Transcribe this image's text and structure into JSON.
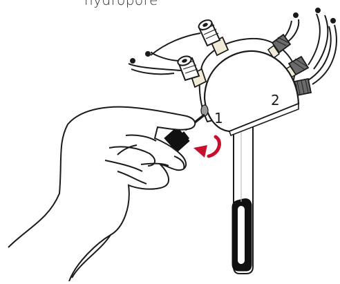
{
  "caption": "hydropore",
  "callouts": {
    "port_1": "1",
    "port_2": "2"
  },
  "colors": {
    "outline": "#1a1a1a",
    "arrow": "#c8102e",
    "clamp": "#111111",
    "glass_tip": "#1a1a1a",
    "fitting_metal": "#6b6b6b",
    "fitting_light": "#f0ead6",
    "background": "#ffffff"
  },
  "icons": {
    "rotation": "curved-rotate-arrow-icon"
  }
}
